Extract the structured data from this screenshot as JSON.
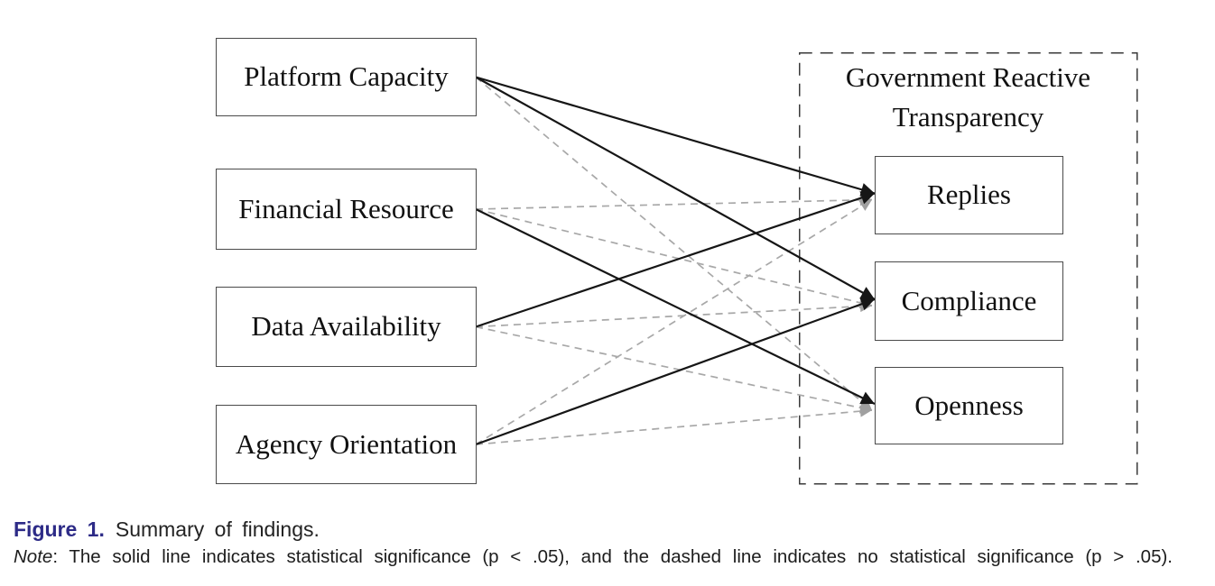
{
  "figure": {
    "caption_label": "Figure 1.",
    "caption_text": "Summary of findings.",
    "note_label": "Note",
    "note_text": ": The solid line indicates statistical significance (p < .05), and the dashed line indicates no statistical significance (p > .05)."
  },
  "colors": {
    "solid_line": "#161616",
    "dashed_line": "#a8a8a8",
    "box_border": "#4a4a4a",
    "group_border": "#3a3a3a",
    "figure_label": "#2d2b87",
    "caption_text": "#1c1c1c"
  },
  "diagram": {
    "group": {
      "title": "Government Reactive Transparency"
    },
    "predictors": [
      {
        "id": "platform_capacity",
        "label": "Platform Capacity"
      },
      {
        "id": "financial_resource",
        "label": "Financial Resource"
      },
      {
        "id": "data_availability",
        "label": "Data Availability"
      },
      {
        "id": "agency_orientation",
        "label": "Agency Orientation"
      }
    ],
    "outcomes": [
      {
        "id": "replies",
        "label": "Replies"
      },
      {
        "id": "compliance",
        "label": "Compliance"
      },
      {
        "id": "openness",
        "label": "Openness"
      }
    ],
    "legend": {
      "solid_meaning": "statistical significance (p < .05)",
      "dashed_meaning": "no statistical significance (p > .05)"
    },
    "edges": [
      {
        "from": "platform_capacity",
        "to": "replies",
        "style": "solid"
      },
      {
        "from": "platform_capacity",
        "to": "compliance",
        "style": "solid"
      },
      {
        "from": "platform_capacity",
        "to": "openness",
        "style": "dashed"
      },
      {
        "from": "financial_resource",
        "to": "replies",
        "style": "dashed"
      },
      {
        "from": "financial_resource",
        "to": "compliance",
        "style": "dashed"
      },
      {
        "from": "financial_resource",
        "to": "openness",
        "style": "solid"
      },
      {
        "from": "data_availability",
        "to": "replies",
        "style": "solid"
      },
      {
        "from": "data_availability",
        "to": "compliance",
        "style": "dashed"
      },
      {
        "from": "data_availability",
        "to": "openness",
        "style": "dashed"
      },
      {
        "from": "agency_orientation",
        "to": "replies",
        "style": "dashed"
      },
      {
        "from": "agency_orientation",
        "to": "compliance",
        "style": "solid"
      },
      {
        "from": "agency_orientation",
        "to": "openness",
        "style": "dashed"
      }
    ]
  }
}
